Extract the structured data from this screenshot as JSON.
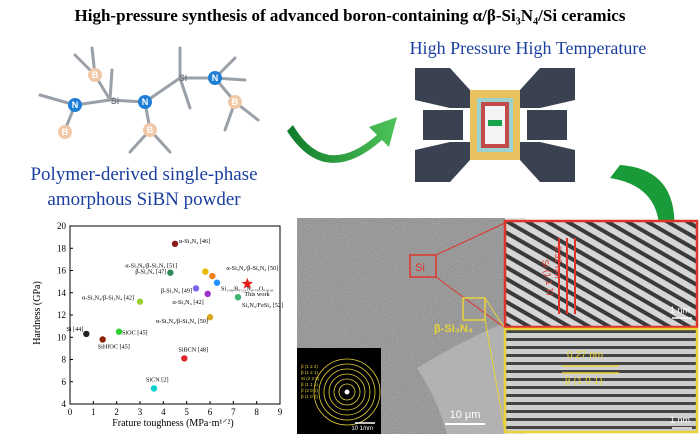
{
  "title": "High-pressure synthesis of advanced boron-containing α/β-Si₃N₄/Si ceramics",
  "hpht_label": "High Pressure High Temperature",
  "powder_label_line1": "Polymer-derived single-phase",
  "powder_label_line2": "amorphous SiBN powder",
  "molecule": {
    "atoms": {
      "b1": "B",
      "si1": "Si",
      "n_center": "N",
      "si2": "Si",
      "n_right": "N",
      "n_left": "N",
      "b_bottom1": "B",
      "b_bottom2": "B",
      "b_right": "B"
    }
  },
  "tem": {
    "labels": {
      "si": "Si",
      "beta": "β-Si₃N₄",
      "spacing_032": "0.32 nm",
      "plane_111": "Si (1 1 1)",
      "spacing_027": "0.27 nm",
      "plane_101": "β (1 0 1)",
      "scale_main": "10 μm",
      "scale_fft": "10 1/nm",
      "scale_inset1": "1 nm",
      "scale_inset2": "1 nm"
    },
    "saed_rings": [
      "β (1 2 2)",
      "β (1 2 1)",
      "Si (2 2 0)",
      "β (1 1 1)",
      "β (2 0 0)",
      "β (1 0 0)"
    ],
    "colors": {
      "si_box": "#e0342b",
      "beta_box": "#e8d23a"
    }
  },
  "chart_data": {
    "type": "scatter",
    "xlabel": "Frature toughness (MPa·m¹⸍²)",
    "ylabel": "Hardness (GPa)",
    "xlim": [
      0,
      9
    ],
    "ylim": [
      4,
      20
    ],
    "xticks": [
      0,
      1,
      2,
      3,
      4,
      5,
      6,
      7,
      8,
      9
    ],
    "yticks": [
      4,
      6,
      8,
      10,
      12,
      14,
      16,
      18,
      20
    ],
    "points": [
      {
        "label": "α-Si₃N₄ [46]",
        "x": 4.5,
        "y": 18.4,
        "color": "#8b1a1a"
      },
      {
        "label": "α-Si₃N₄/β-Si₃N₄ [51]",
        "x": 5.8,
        "y": 15.9,
        "color": "#e8b800"
      },
      {
        "label": "β-Si₃N₄ [47]",
        "x": 4.3,
        "y": 15.8,
        "color": "#2e8b57"
      },
      {
        "label": "α-Si₃N₄/β-Si₃N₄ [50]",
        "x": 6.1,
        "y": 15.5,
        "color": "#f08020"
      },
      {
        "label": "Si₁.₀₀B₀.₁₃N₀.₇₆O₀.₀₁₀",
        "x": 6.3,
        "y": 14.9,
        "color": "#1e90ff"
      },
      {
        "label": "β-Si₃N₄ [49]",
        "x": 5.4,
        "y": 14.4,
        "color": "#7b68ee"
      },
      {
        "label": "This work",
        "x": 7.6,
        "y": 14.8,
        "color": "#e8201c"
      },
      {
        "label": "α-Si₃N₄/β-Si₃N₄ [42]",
        "x": 3.0,
        "y": 13.2,
        "color": "#9acd32"
      },
      {
        "label": "α-Si₃N₄ [42]",
        "x": 5.9,
        "y": 13.9,
        "color": "#9932cc"
      },
      {
        "label": "Si₃N₄/FeSi₂ [52]",
        "x": 7.2,
        "y": 13.6,
        "color": "#3cb371"
      },
      {
        "label": "α-Si₃N₄/β-Si₃N₄ [50]",
        "x": 6.0,
        "y": 11.8,
        "color": "#daa520"
      },
      {
        "label": "Si [44]",
        "x": 0.7,
        "y": 10.3,
        "color": "#222222"
      },
      {
        "label": "SiHfOC [45]",
        "x": 1.4,
        "y": 9.8,
        "color": "#8b2500"
      },
      {
        "label": "SiOC [45]",
        "x": 2.1,
        "y": 10.5,
        "color": "#32cd32"
      },
      {
        "label": "SiBCN [48]",
        "x": 4.9,
        "y": 8.1,
        "color": "#e0242b"
      },
      {
        "label": "SiCN [2]",
        "x": 3.6,
        "y": 5.4,
        "color": "#00ced1"
      }
    ]
  }
}
